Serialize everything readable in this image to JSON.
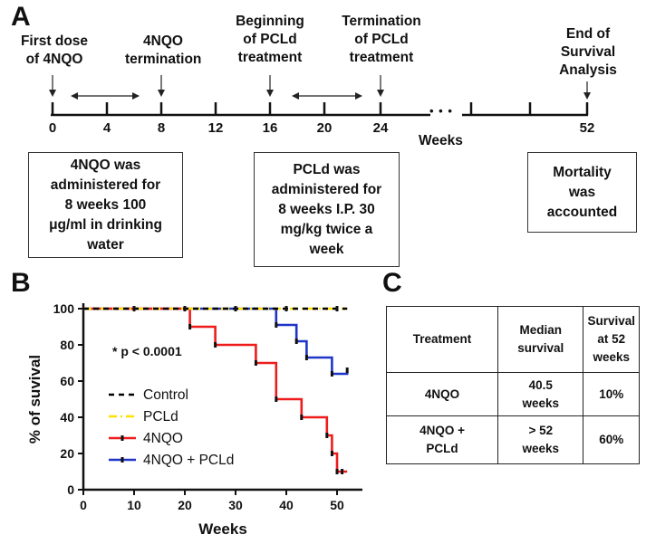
{
  "panel_labels": {
    "a": "A",
    "b": "B",
    "c": "C"
  },
  "timeline": {
    "ticks": [
      "0",
      "4",
      "8",
      "12",
      "16",
      "20",
      "24",
      "52"
    ],
    "ellipsis": "• • •",
    "weeks_label": "Weeks",
    "events": [
      {
        "id": "first-dose",
        "text": "First dose\nof 4NQO"
      },
      {
        "id": "4nqo-termination",
        "text": "4NQO\ntermination"
      },
      {
        "id": "pcld-begin",
        "text": "Beginning\nof PCLd\ntreatment"
      },
      {
        "id": "pcld-end",
        "text": "Termination\nof PCLd\ntreatment"
      },
      {
        "id": "survival-end",
        "text": "End of\nSurvival\nAnalysis"
      }
    ],
    "boxes": [
      {
        "id": "box-4nqo",
        "text": "4NQO was\nadministered for\n8 weeks 100\nμg/ml in drinking\nwater"
      },
      {
        "id": "box-pcld",
        "text": "PCLd was\nadministered for\n8 weeks I.P. 30\nmg/kg twice a\nweek"
      },
      {
        "id": "box-mortality",
        "text": "Mortality\nwas\naccounted"
      }
    ]
  },
  "chart_data": {
    "type": "line",
    "step": true,
    "xlabel": "Weeks",
    "ylabel": "% of suvival",
    "xlim": [
      0,
      55
    ],
    "ylim": [
      0,
      100
    ],
    "xticks": [
      "0",
      "10",
      "20",
      "30",
      "40",
      "50"
    ],
    "yticks": [
      "0",
      "20",
      "40",
      "60",
      "80",
      "100"
    ],
    "annotation": "* p < 0.0001",
    "legend_position": "center-left",
    "series": [
      {
        "name": "Control",
        "color": "#000000",
        "dash": "dashed",
        "x": [
          0,
          52
        ],
        "y": [
          100,
          100
        ],
        "censor_x": [
          10,
          20,
          30,
          40,
          50
        ]
      },
      {
        "name": "PCLd",
        "color": "#ffe000",
        "dash": "dashdot",
        "x": [
          0,
          52
        ],
        "y": [
          100,
          100
        ],
        "censor_x": []
      },
      {
        "name": "4NQO",
        "color": "#ee1c1c",
        "dash": "solid",
        "x": [
          0,
          21,
          26,
          34,
          38,
          43,
          48,
          49,
          50,
          52
        ],
        "y": [
          100,
          90,
          80,
          70,
          50,
          40,
          30,
          20,
          10,
          10
        ],
        "censor_x": [
          21,
          26,
          34,
          38,
          43,
          48,
          49,
          50,
          51
        ]
      },
      {
        "name": "4NQO + PCLd",
        "color": "#1f35c8",
        "dash": "solid",
        "x": [
          0,
          38,
          42,
          44,
          49,
          52
        ],
        "y": [
          100,
          91,
          82,
          73,
          64,
          66
        ],
        "censor_x": [
          38,
          42,
          44,
          49,
          52
        ]
      }
    ]
  },
  "table": {
    "headers": [
      "Treatment",
      "Median\nsurvival",
      "Survival\nat 52\nweeks"
    ],
    "rows": [
      [
        "4NQO",
        "40.5\nweeks",
        "10%"
      ],
      [
        "4NQO +\nPCLd",
        "> 52\nweeks",
        "60%"
      ]
    ]
  }
}
